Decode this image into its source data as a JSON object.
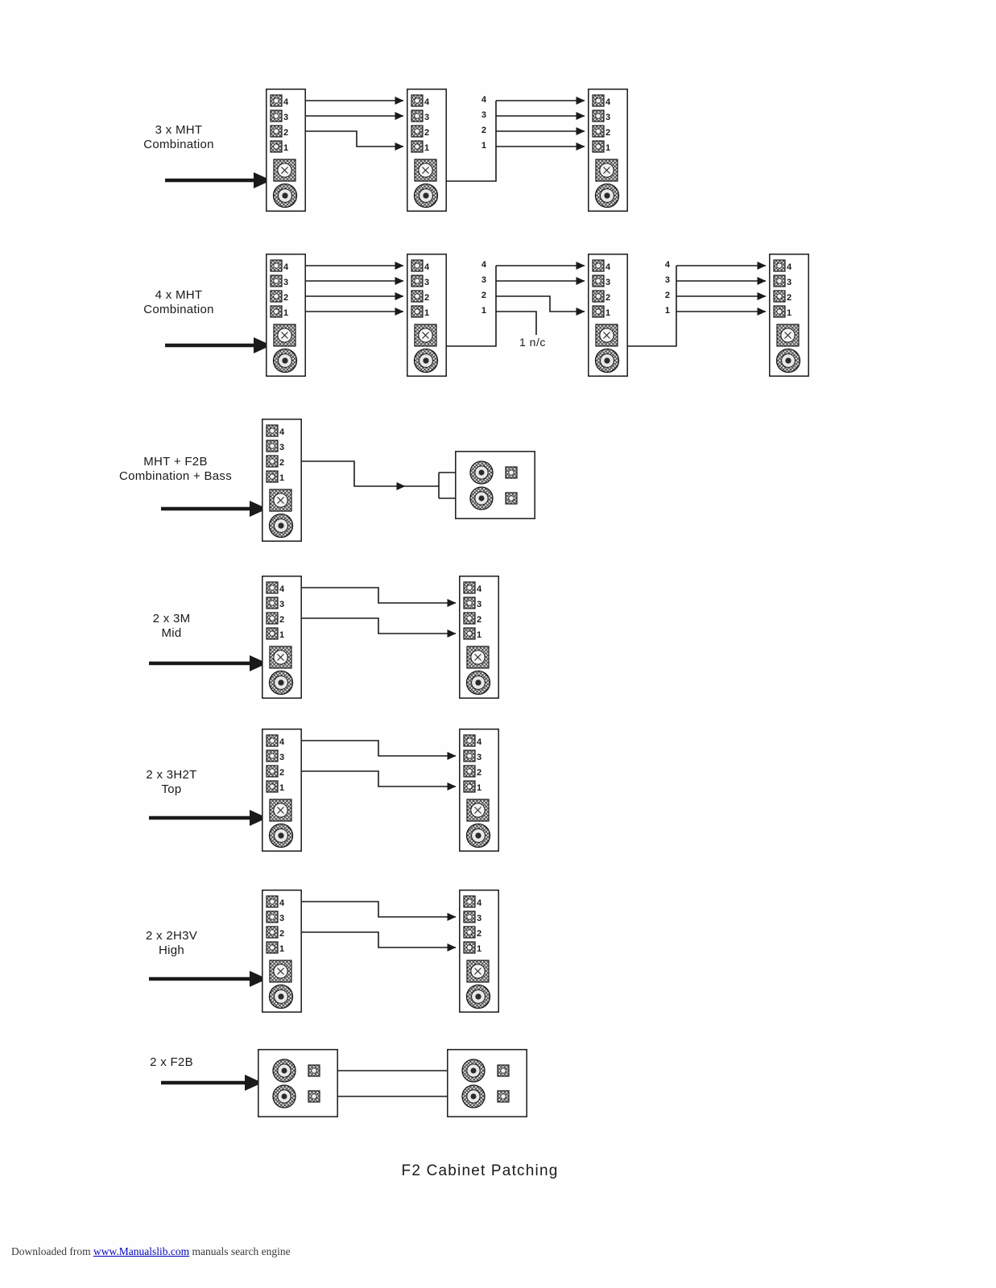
{
  "page": {
    "title": "F2 Cabinet Patching",
    "ink_color": "#1a1a1a",
    "background_color": "#fefefe"
  },
  "terminals": {
    "numbers": [
      "4",
      "3",
      "2",
      "1"
    ]
  },
  "rows": [
    {
      "id": "3xmht",
      "label_line1": "3 x MHT",
      "label_line2": "Combination",
      "panel_count": 3,
      "connections": [
        "out 4 → in 4",
        "out 3 → in 3",
        "out 2 → in 1",
        "link out → bus 4/3/2/1 → next cabinet"
      ]
    },
    {
      "id": "4xmht",
      "label_line1": "4 x MHT",
      "label_line2": "Combination",
      "panel_count": 4,
      "nc_label": "1 n/c",
      "connections": [
        "out 4 → in 4",
        "out 3 → in 3",
        "out 2 → in 2",
        "out 1 → in 1",
        "bus 2 → in 1",
        "bus 1 not connected",
        "link out → bus 4/3/2/1 → next cabinet"
      ]
    },
    {
      "id": "mht-f2b",
      "label_line1": "MHT + F2B",
      "label_line2": "Combination + Bass",
      "panel_count": 2,
      "connections": [
        "out 2 → split → both bass inputs"
      ]
    },
    {
      "id": "2x3m",
      "label_line1": "2 x 3M",
      "label_line2": "Mid",
      "panel_count": 2,
      "connections": [
        "out 4 → in 3",
        "out 2 → in 1"
      ]
    },
    {
      "id": "2x3h2t",
      "label_line1": "2 x 3H2T",
      "label_line2": "Top",
      "panel_count": 2,
      "connections": [
        "out 4 → in 3",
        "out 2 → in 1"
      ]
    },
    {
      "id": "2x2h3v",
      "label_line1": "2 x 2H3V",
      "label_line2": "High",
      "panel_count": 2,
      "connections": [
        "out 4 → in 3",
        "out 2 → in 1"
      ]
    },
    {
      "id": "2xf2b",
      "label_line1": "2 x F2B",
      "label_line2": "",
      "panel_count": 2,
      "connections": [
        "upper out → upper in",
        "lower out → lower in"
      ]
    }
  ],
  "footer": {
    "prefix": "Downloaded from ",
    "link": "www.Manualslib.com",
    "suffix": " manuals search engine",
    "link_color": "#0000bb"
  }
}
